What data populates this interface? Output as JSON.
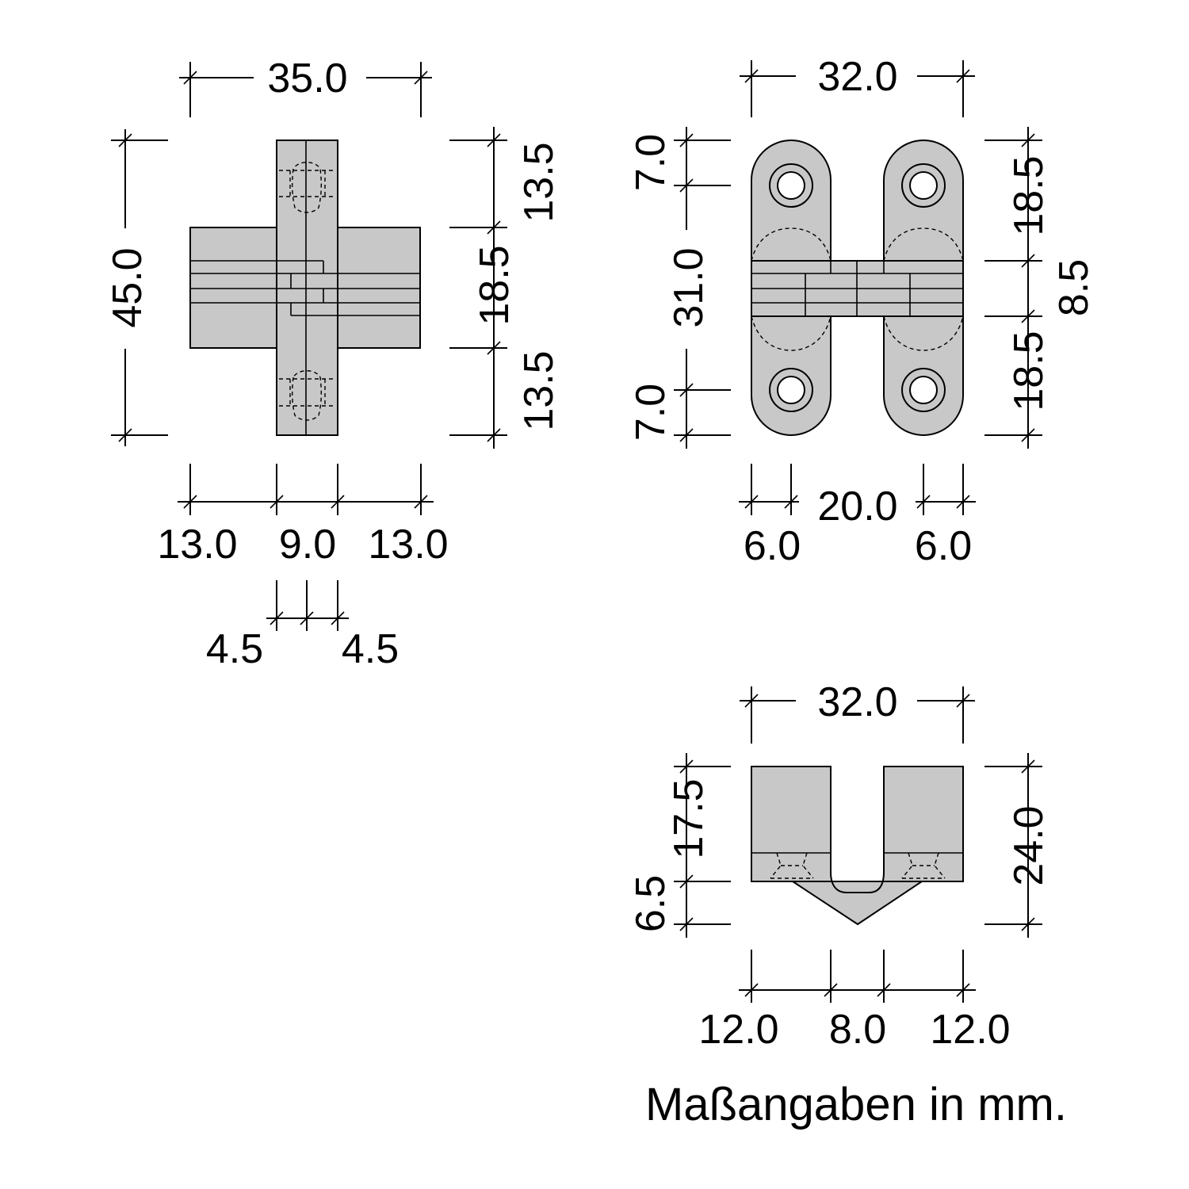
{
  "front_view": {
    "width_total": "35.0",
    "height_total": "45.0",
    "right_top": "13.5",
    "right_mid": "18.5",
    "right_bottom": "13.5",
    "bottom_left": "13.0",
    "bottom_mid": "9.0",
    "bottom_right": "13.0",
    "half_left": "4.5",
    "half_right": "4.5"
  },
  "side_view": {
    "width_total": "32.0",
    "left_top": "7.0",
    "left_mid": "31.0",
    "left_bottom": "7.0",
    "right_top": "18.5",
    "right_mid": "8.5",
    "right_bottom": "18.5",
    "bottom_center": "20.0",
    "bottom_left": "6.0",
    "bottom_right": "6.0"
  },
  "top_view": {
    "width_total": "32.0",
    "left_upper": "17.5",
    "left_lower": "6.5",
    "right_total": "24.0",
    "bottom_left": "12.0",
    "bottom_mid": "8.0",
    "bottom_right": "12.0"
  },
  "note": "Maßangaben in mm."
}
